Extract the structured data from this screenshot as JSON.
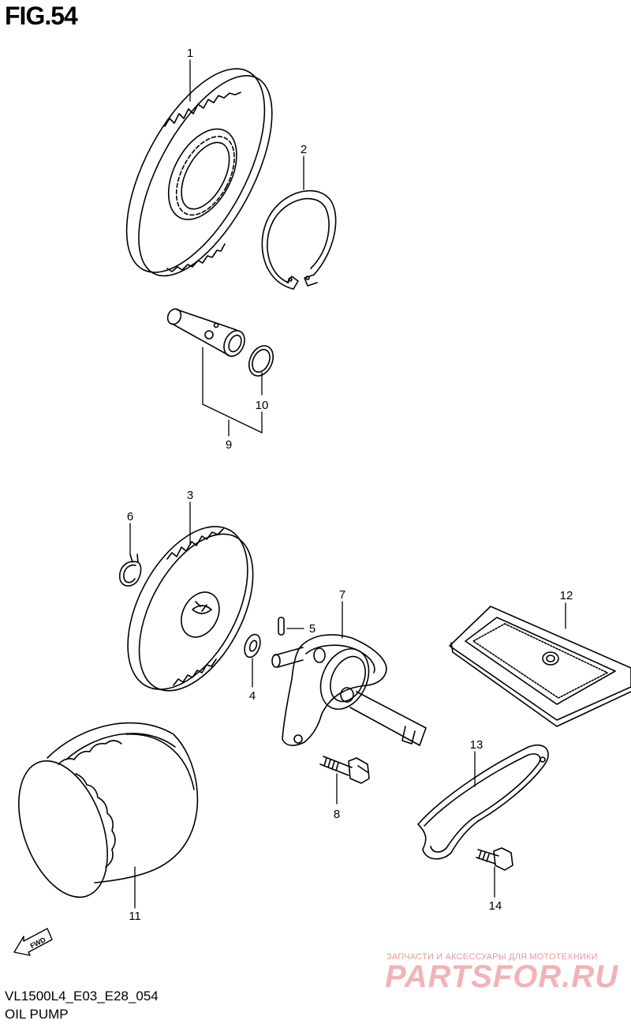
{
  "figure": {
    "title": "FIG.54",
    "code": "VL1500L4_E03_E28_054",
    "name": "OIL PUMP"
  },
  "callouts": [
    "1",
    "2",
    "3",
    "4",
    "5",
    "6",
    "7",
    "8",
    "9",
    "10",
    "11",
    "12",
    "13",
    "14"
  ],
  "fwd_label": "FWD",
  "watermark": {
    "tagline": "ЗАПЧАСТИ И АКСЕССУАРЫ ДЛЯ МОТОТЕХНИКИ",
    "logo": "PARTSFOR.RU",
    "color": "#e06068"
  },
  "line_color": "#000000"
}
